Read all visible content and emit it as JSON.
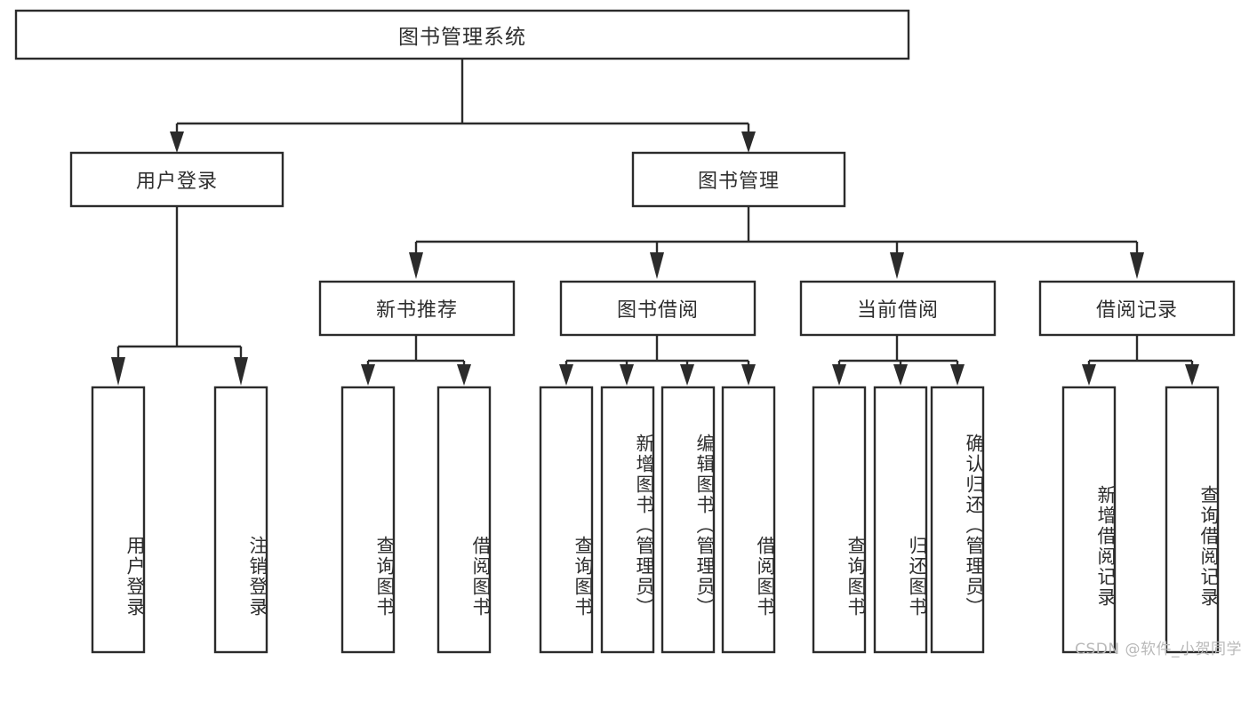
{
  "diagram": {
    "type": "tree-hierarchy-functional-decomposition",
    "title": "图书管理系统",
    "watermark": "CSDN @软件_小贺同学",
    "colors": {
      "stroke": "#2b2b2b",
      "fill": "#ffffff",
      "text": "#2e2e2e",
      "watermark": "#b9b9b9",
      "background": "#ffffff"
    },
    "root": {
      "label": "图书管理系统"
    },
    "level2": [
      {
        "label": "用户登录"
      },
      {
        "label": "图书管理"
      }
    ],
    "level3": [
      {
        "label": "新书推荐"
      },
      {
        "label": "图书借阅"
      },
      {
        "label": "当前借阅"
      },
      {
        "label": "借阅记录"
      }
    ],
    "leaves": {
      "user_login": [
        {
          "label": "用户登录"
        },
        {
          "label": "注销登录"
        }
      ],
      "new_book_recommend": [
        {
          "label": "查询图书"
        },
        {
          "label": "借阅图书"
        }
      ],
      "book_borrow": [
        {
          "label": "查询图书"
        },
        {
          "label": "新增图书（管理员）"
        },
        {
          "label": "编辑图书（管理员）"
        },
        {
          "label": "借阅图书"
        }
      ],
      "current_borrow": [
        {
          "label": "查询图书"
        },
        {
          "label": "归还图书"
        },
        {
          "label": "确认归还（管理员）"
        }
      ],
      "borrow_records": [
        {
          "label": "新增借阅记录"
        },
        {
          "label": "查询借阅记录"
        }
      ]
    }
  }
}
